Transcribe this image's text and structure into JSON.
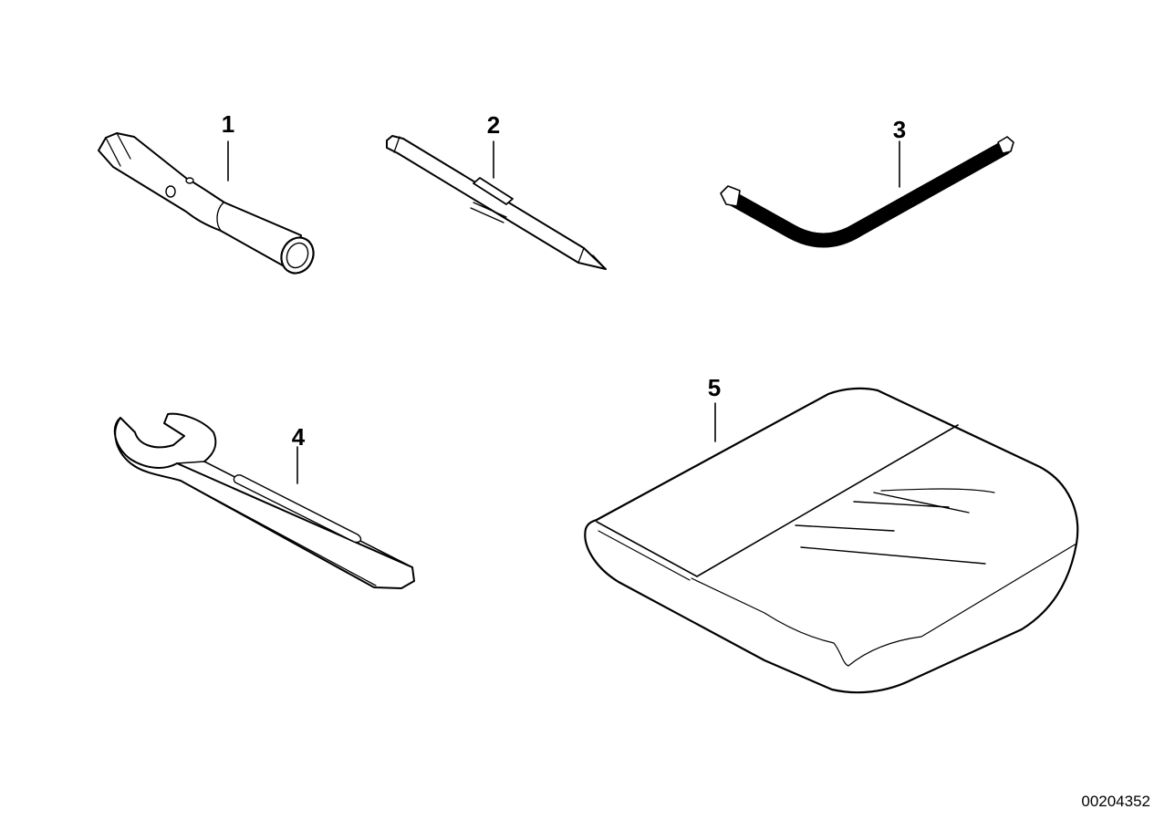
{
  "parts": [
    {
      "number": "1",
      "icon": "socket-wrench-tube-icon"
    },
    {
      "number": "2",
      "icon": "screwdriver-bit-icon"
    },
    {
      "number": "3",
      "icon": "hex-key-icon"
    },
    {
      "number": "4",
      "icon": "open-end-wrench-icon"
    },
    {
      "number": "5",
      "icon": "tool-kit-case-icon"
    }
  ],
  "drawing_id": "00204352",
  "colors": {
    "line": "#000000",
    "background": "#ffffff"
  }
}
